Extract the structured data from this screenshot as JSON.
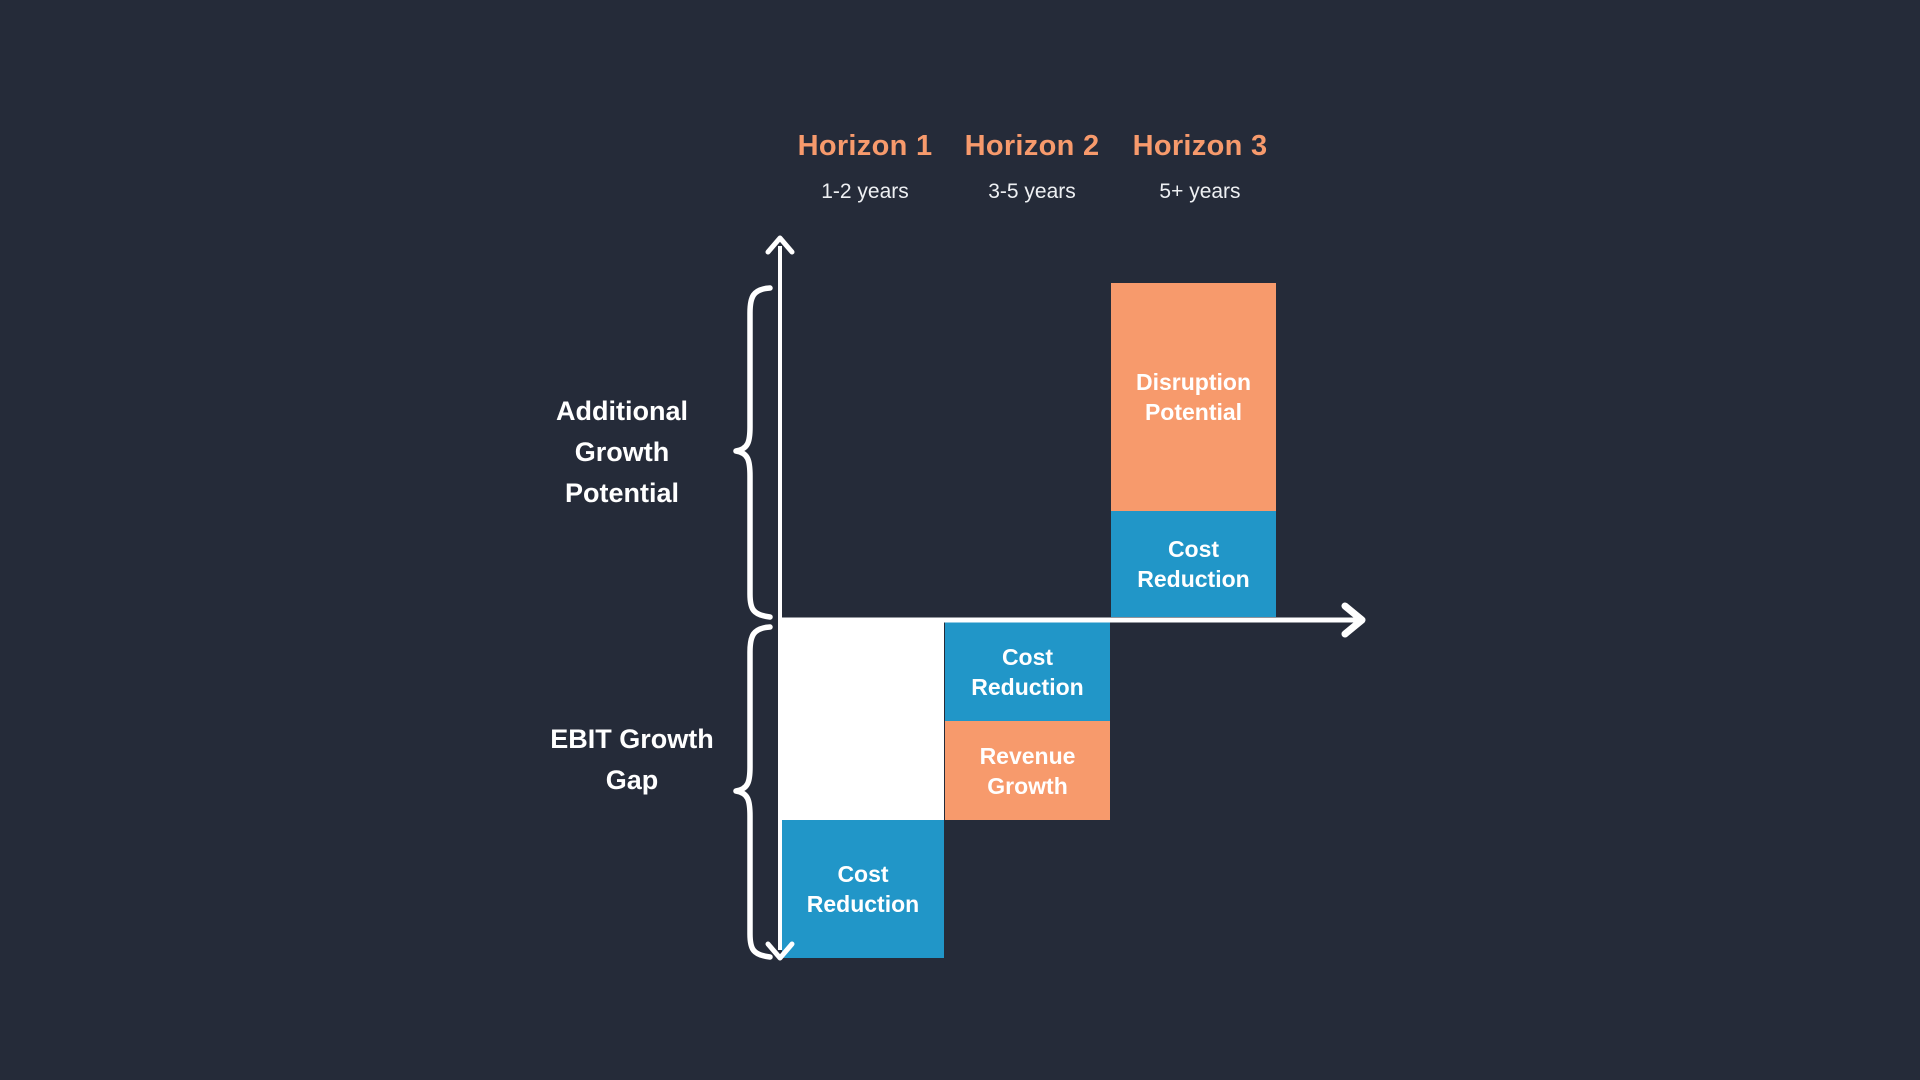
{
  "colors": {
    "background": "#252B39",
    "orange": "#F79A6C",
    "blue": "#2196C8",
    "block_white": "#FFFFFF",
    "text_white": "#FFFFFF",
    "subtitle_text": "#EEF0F3"
  },
  "horizons": [
    {
      "label": "Horizon 1",
      "period": "1-2 years"
    },
    {
      "label": "Horizon 2",
      "period": "3-5 years"
    },
    {
      "label": "Horizon 3",
      "period": "5+ years"
    }
  ],
  "side_labels": {
    "additional_growth": "Additional Growth Potential",
    "ebit_gap": "EBIT Growth Gap"
  },
  "blocks": {
    "h1_gap": {
      "label": "",
      "color": "white"
    },
    "h1_cost": {
      "label": "Cost Reduction",
      "color": "blue"
    },
    "h2_cost": {
      "label": "Cost Reduction",
      "color": "blue"
    },
    "h2_revenue": {
      "label": "Revenue Growth",
      "color": "orange"
    },
    "h3_disruption": {
      "label": "Disruption Potential",
      "color": "orange"
    },
    "h3_cost": {
      "label": "Cost Reduction",
      "color": "blue"
    }
  }
}
